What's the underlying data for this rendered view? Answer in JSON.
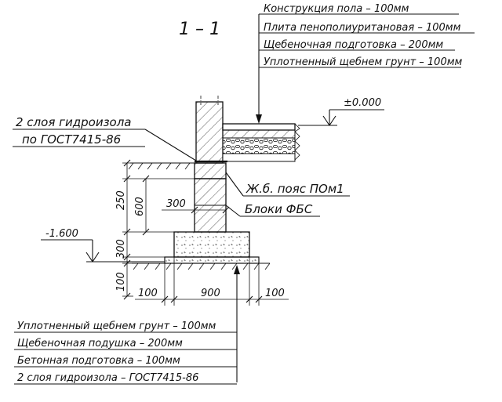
{
  "section": {
    "title": "1 – 1"
  },
  "top_notes": [
    "Конструкция пола – 100мм",
    "Плита пенополиуритановая – 100мм",
    "Щебеночная подготовка – 200мм",
    "Уплотненный щебнем грунт – 100мм"
  ],
  "bottom_notes": [
    "Уплотненный щебнем грунт – 100мм",
    "Щебеночная подушка – 200мм",
    "Бетонная подготовка – 100мм",
    "2 слоя гидроизола – ГОСТ7415-86"
  ],
  "waterproofing_note": {
    "line1": "2 слоя гидроизола",
    "line2": "по ГОСТ7415-86"
  },
  "element_labels": {
    "belt": "Ж.б. пояс ПОм1",
    "blocks": "Блоки ФБС"
  },
  "levels": {
    "floor": "±0.000",
    "foundation": "-1.600"
  },
  "dimensions": {
    "v_250": "250",
    "v_600": "600",
    "v_300": "300",
    "v_100": "100",
    "wall_300": "300",
    "h_left_100": "100",
    "h_900": "900",
    "h_right_100": "100"
  }
}
